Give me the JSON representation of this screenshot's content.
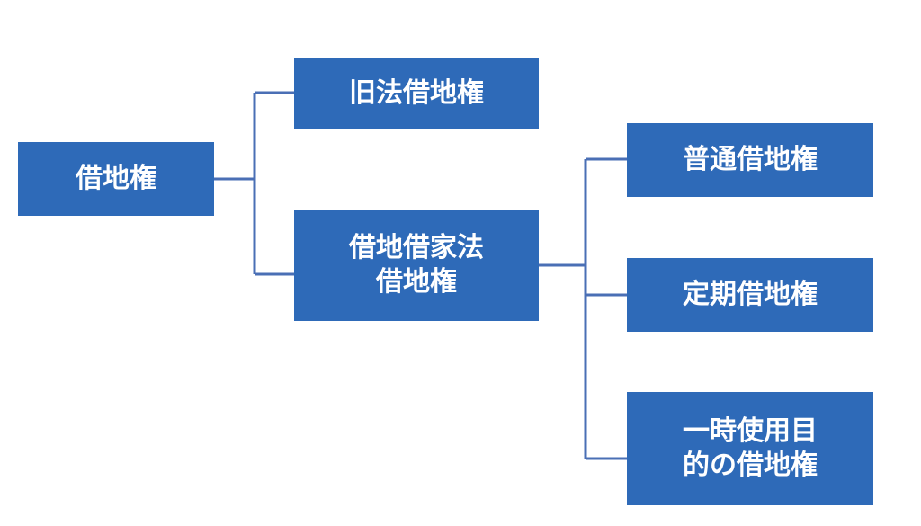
{
  "diagram": {
    "root": {
      "label": "借地権"
    },
    "old_law": {
      "label": "旧法借地権"
    },
    "new_law": {
      "lines": [
        "借地借家法",
        "借地権"
      ]
    },
    "normal": {
      "label": "普通借地権"
    },
    "fixed_term": {
      "label": "定期借地権"
    },
    "temporary": {
      "lines": [
        "一時使用目",
        "的の借地権"
      ]
    }
  },
  "colors": {
    "node_fill": "#2e6ab8",
    "node_text": "#ffffff",
    "connector": "#4a6fb5"
  }
}
